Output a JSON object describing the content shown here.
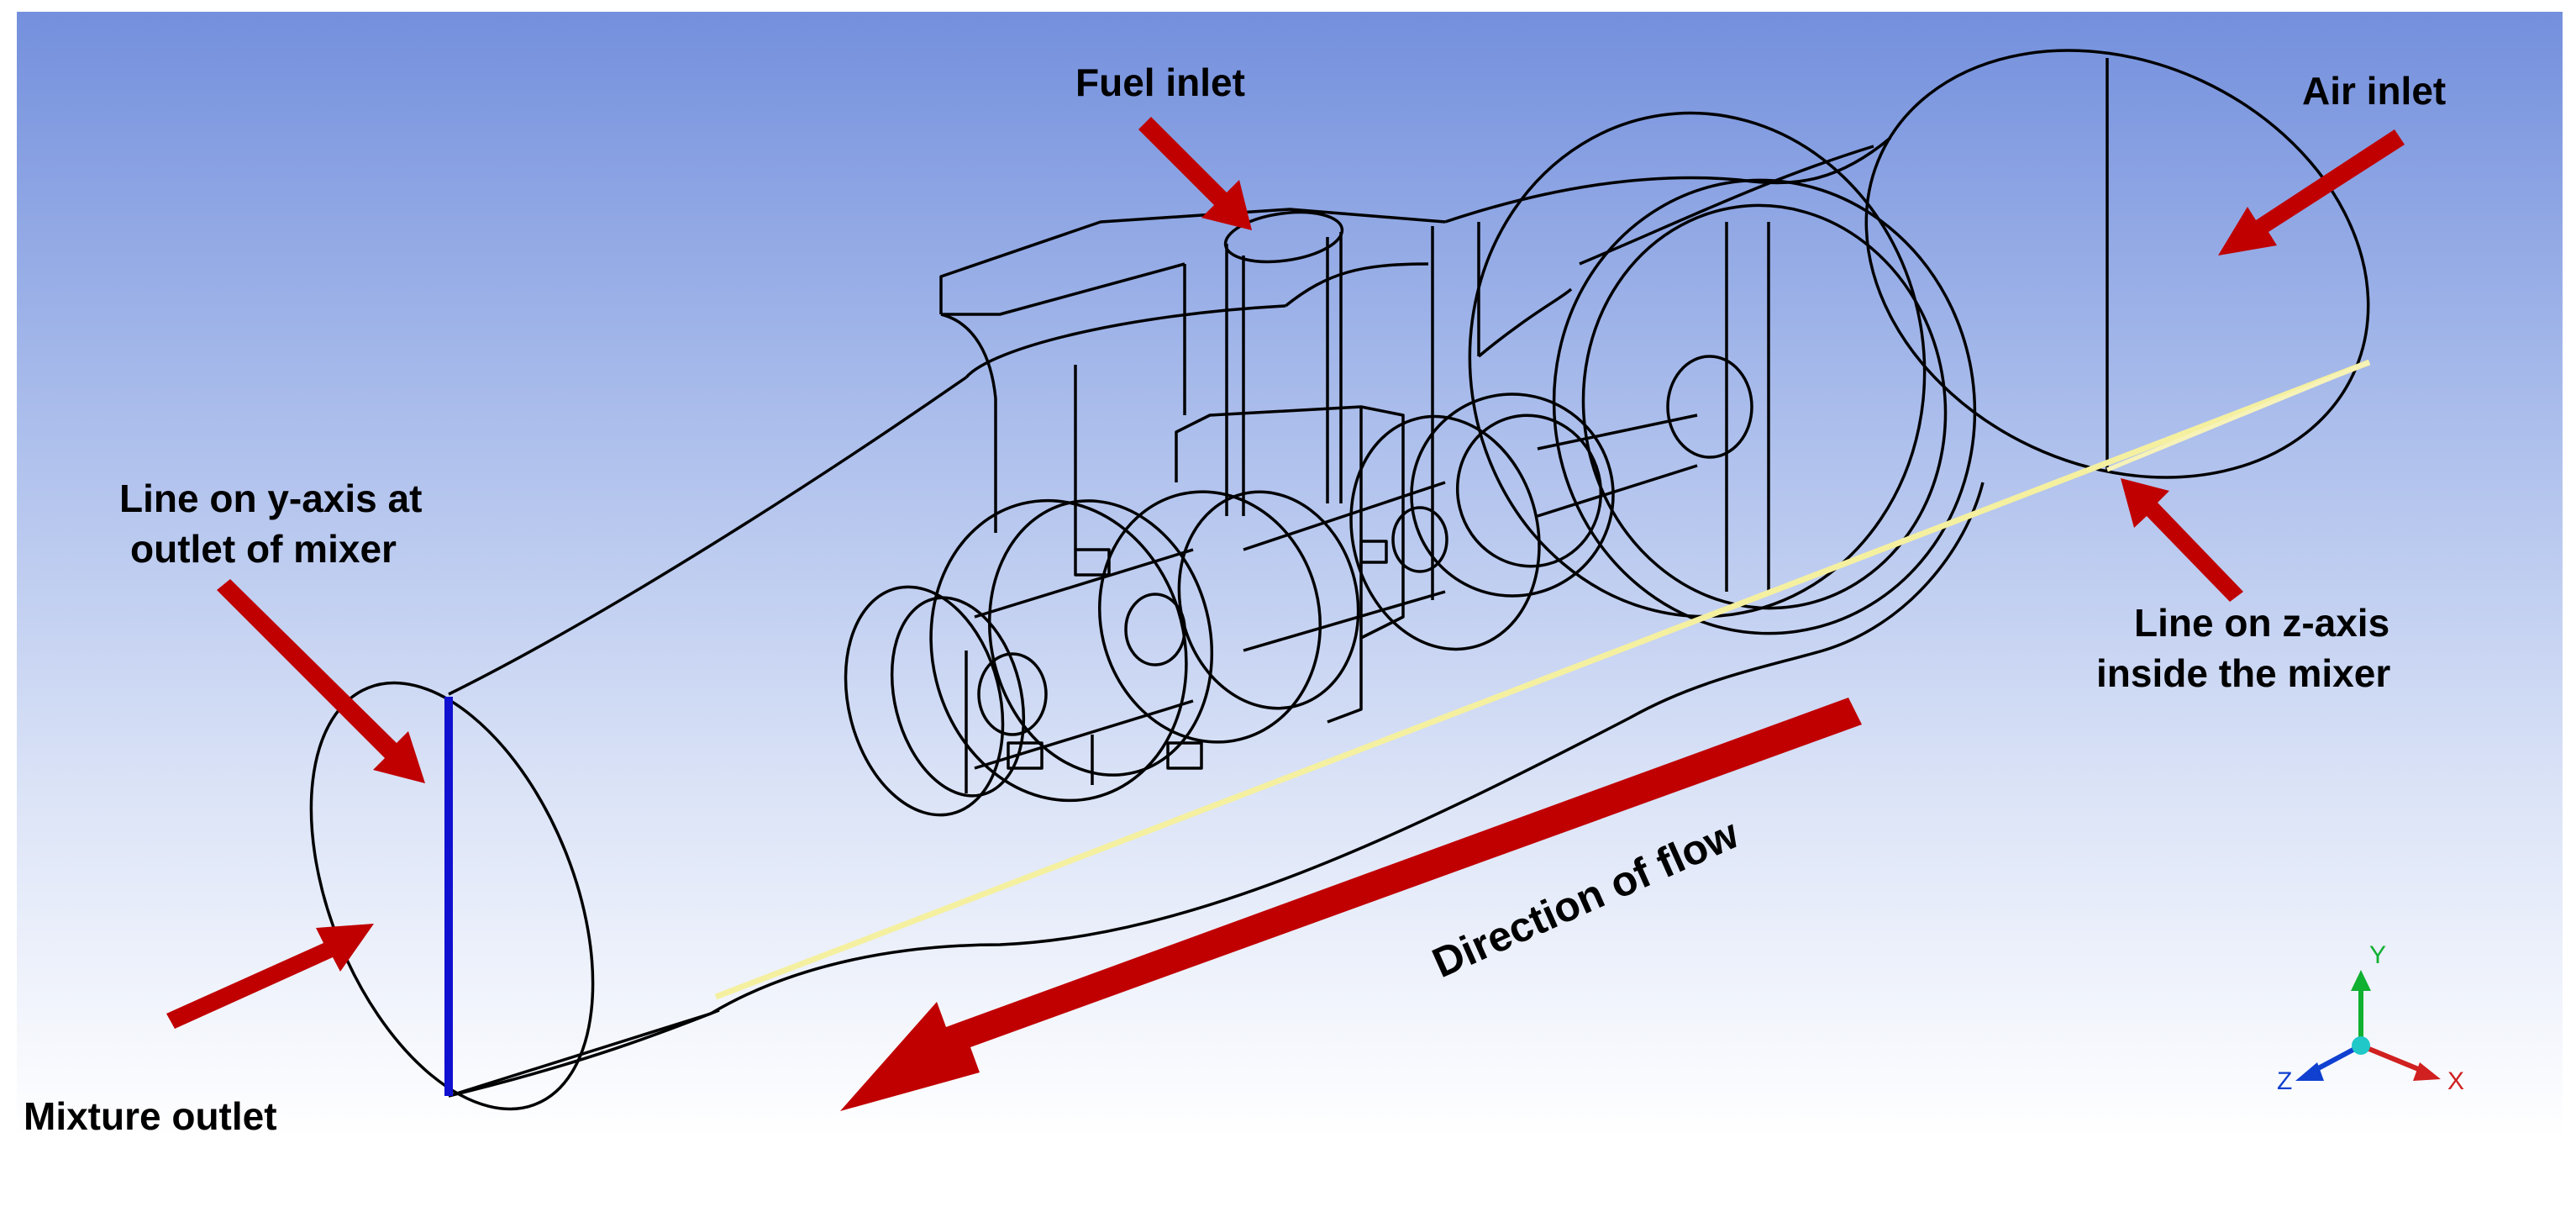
{
  "labels": {
    "fuel_inlet": "Fuel inlet",
    "air_inlet": "Air inlet",
    "line_y_1": "Line on y-axis at",
    "line_y_2": "outlet of mixer",
    "line_z_1": "Line on z-axis",
    "line_z_2": "inside the mixer",
    "mixture_outlet": "Mixture outlet",
    "direction_of_flow": "Direction of flow"
  },
  "triad": {
    "x": "X",
    "y": "Y",
    "z": "Z"
  },
  "colors": {
    "background_top": "#7490dd",
    "background_bottom": "#ffffff",
    "arrow": "#c00000",
    "y_line": "#1010d0",
    "z_line": "#f4f0a0",
    "wireframe": "#000000",
    "axis_x": "#d02020",
    "axis_y": "#10b030",
    "axis_z": "#1040d0"
  }
}
